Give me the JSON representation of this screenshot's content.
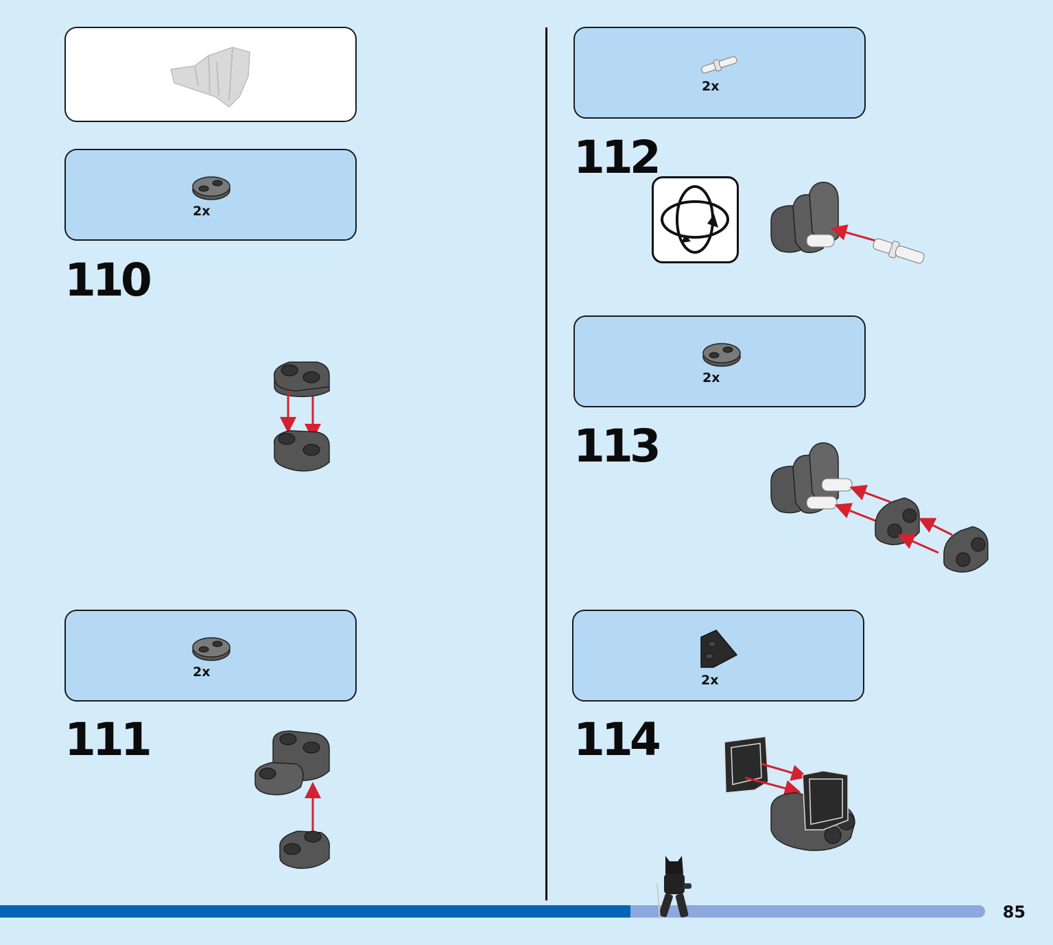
{
  "page": {
    "number": "85",
    "progress": 0.64
  },
  "steps": [
    {
      "number": "110",
      "parts": [
        {
          "qty": "2x",
          "part_icon": "plate-1x2-rounded-dark-gray-icon"
        }
      ]
    },
    {
      "number": "111",
      "parts": [
        {
          "qty": "2x",
          "part_icon": "plate-1x2-rounded-dark-gray-icon"
        }
      ]
    },
    {
      "number": "112",
      "parts": [
        {
          "qty": "2x",
          "part_icon": "technic-pin-white-icon"
        }
      ],
      "rotate_icon": "rotate-model-icon"
    },
    {
      "number": "113",
      "parts": [
        {
          "qty": "2x",
          "part_icon": "plate-1x2-rounded-dark-gray-icon"
        }
      ]
    },
    {
      "number": "114",
      "parts": [
        {
          "qty": "2x",
          "part_icon": "wedge-plate-black-icon"
        }
      ]
    }
  ],
  "colors": {
    "background": "#d4ebfa",
    "parts_box": "#b5d9f4",
    "arrow": "#d42230",
    "progress": "#0464b8",
    "progress_track": "#8ca8dc"
  }
}
